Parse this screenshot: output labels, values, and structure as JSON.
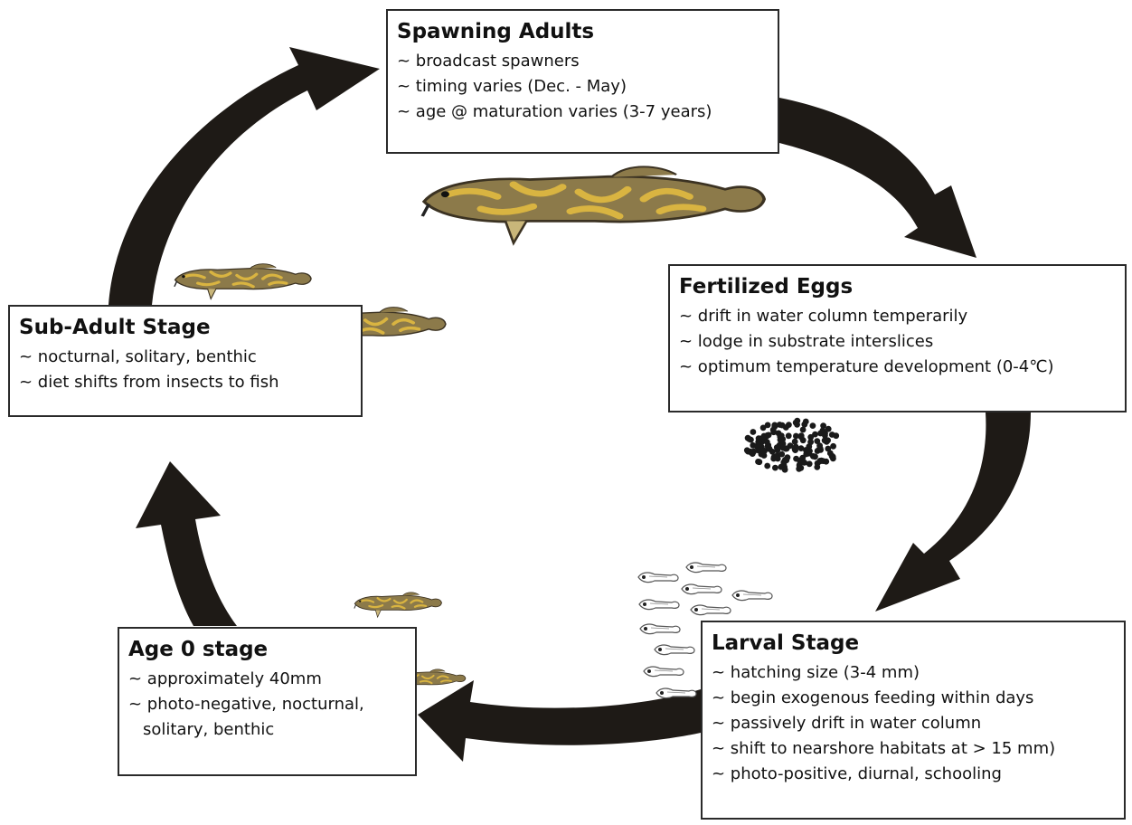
{
  "stages": [
    {
      "key": "spawning",
      "title": "Spawning Adults",
      "bullets": [
        "~ broadcast spawners",
        "~ timing varies (Dec. - May)",
        "~ age @ maturation varies (3-7 years)"
      ]
    },
    {
      "key": "fertilized",
      "title": "Fertilized Eggs",
      "bullets": [
        "~ drift in water column temperarily",
        "~ lodge in substrate interslices",
        "~ optimum temperature development (0-4℃)"
      ]
    },
    {
      "key": "larval",
      "title": "Larval Stage",
      "bullets": [
        "~ hatching size (3-4 mm)",
        "~ begin exogenous feeding within days",
        "~ passively drift in water column",
        "~ shift to nearshore habitats at > 15 mm)",
        "~ photo-positive, diurnal, schooling"
      ]
    },
    {
      "key": "age0",
      "title": "Age 0 stage",
      "bullets": [
        "~ approximately 40mm",
        "~ photo-negative, nocturnal, solitary, benthic"
      ]
    },
    {
      "key": "subadult",
      "title": "Sub-Adult Stage",
      "bullets": [
        "~ nocturnal, solitary, benthic",
        "~ diet shifts from insects to fish"
      ]
    }
  ],
  "colors": {
    "arrow": "#1e1a16",
    "fish_body": "#8c7a4a",
    "fish_mottle": "#d9b441",
    "fish_dark": "#3b3222",
    "egg": "#1a1a1a",
    "larva_outline": "#555555"
  },
  "icons": [
    "adult-burbot-icon",
    "subadult-burbot-icon",
    "juvenile-burbot-icon",
    "larval-fish-icon",
    "egg-cluster-icon",
    "cycle-arrow-icon"
  ]
}
